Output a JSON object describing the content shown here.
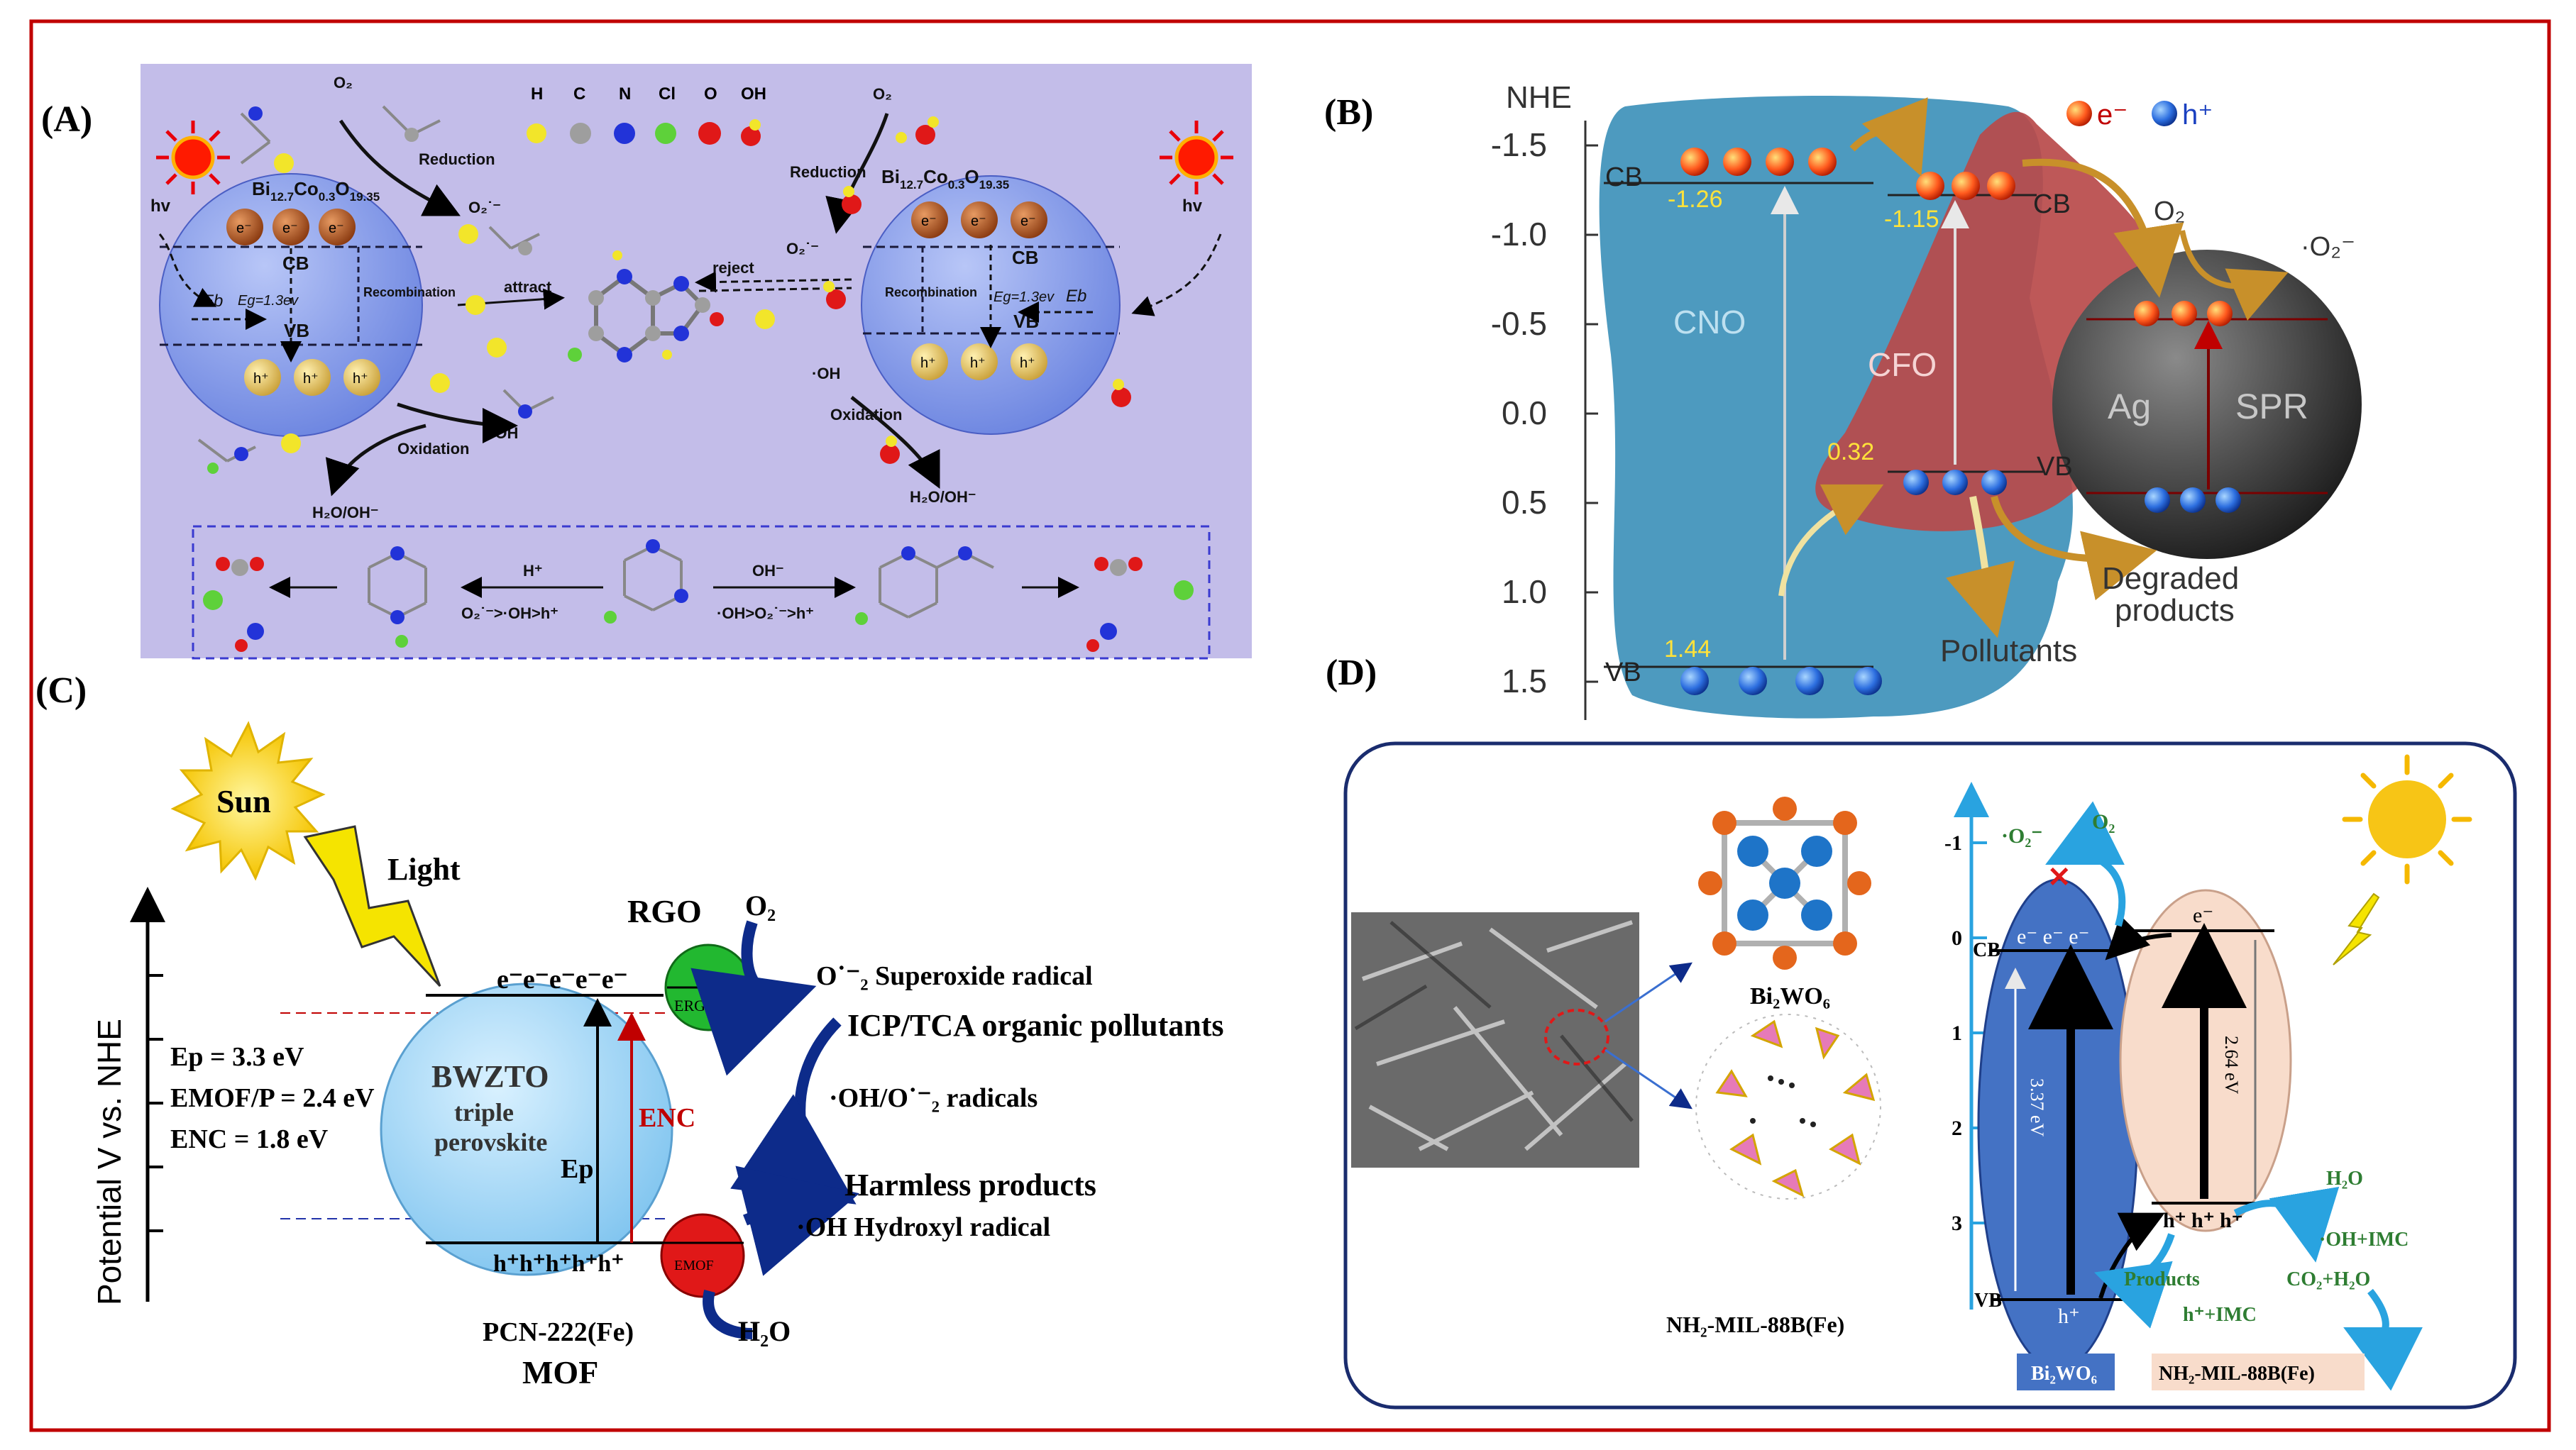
{
  "panels": {
    "A": {
      "label": "(A)",
      "legend": [
        "H",
        "C",
        "N",
        "Cl",
        "O",
        "OH"
      ],
      "left_catalyst": {
        "formula_base": "Bi",
        "sub1": "12.7",
        "mid1": "Co",
        "sub2": "0.3",
        "mid2": "O",
        "sub3": "19.35",
        "cb": "CB",
        "vb": "VB",
        "eg": "Eg=1.3ev",
        "eb": "Eb",
        "recomb": "Recombination",
        "hv": "hv"
      },
      "right_catalyst": {
        "formula_base": "Bi",
        "sub1": "12.7",
        "mid1": "Co",
        "sub2": "0.3",
        "mid2": "O",
        "sub3": "19.35",
        "cb": "CB",
        "vb": "VB",
        "eg": "Eg=1.3ev",
        "eb": "Eb",
        "recomb": "Recombination",
        "hv": "hv"
      },
      "electron": "e⁻",
      "hole": "h⁺",
      "labels": {
        "o2_left": "O₂",
        "o2_right": "O₂",
        "reduction_left": "Reduction",
        "reduction_right": "Reduction",
        "o2rad_left": "O₂˙⁻",
        "o2rad_right": "O₂˙⁻",
        "attract": "attract",
        "reject": "reject",
        "oxidation_left": "Oxidation",
        "oxidation_right": "Oxidation",
        "oh_left": "·OH",
        "oh_right": "·OH",
        "h2o_left": "H₂O/OH⁻",
        "h2o_right": "H₂O/OH⁻"
      },
      "pathway": {
        "h_plus": "H⁺",
        "oh_minus": "OH⁻",
        "left_order": "O₂˙⁻>·OH>h⁺",
        "right_order": "·OH>O₂˙⁻>h⁺"
      }
    },
    "B": {
      "label": "(B)",
      "axis_title": "NHE",
      "ticks": [
        "-1.5",
        "-1.0",
        "-0.5",
        "0.0",
        "0.5",
        "1.0",
        "1.5"
      ],
      "legend_e": "e⁻",
      "legend_h": "h⁺",
      "cno": "CNO",
      "cfo": "CFO",
      "ag": "Ag",
      "spr": "SPR",
      "cb": "CB",
      "vb": "VB",
      "cb2": "CB",
      "vb2": "VB",
      "values": {
        "cno_cb": "-1.26",
        "cfo_cb": "-1.15",
        "cfo_vb": "0.32",
        "cno_vb": "1.44"
      },
      "o2": "O₂",
      "o2rad": "·O₂⁻",
      "degraded": "Degraded",
      "products": "products",
      "pollutants": "Pollutants"
    },
    "C": {
      "label": "(C)",
      "sun": "Sun",
      "light": "Light",
      "yaxis": "Potential V vs. NHE",
      "ep_line": "Ep = 3.3 eV",
      "emof_line": "EMOF/P = 2.4 eV",
      "enc_line": "ENC = 1.8 eV",
      "bwzto": "BWZTO",
      "triple": "triple",
      "perovskite": "perovskite",
      "ep": "Ep",
      "enc": "ENC",
      "rgo": "RGO",
      "ergo": "ERGO",
      "emof": "EMOF",
      "electrons": "e⁻e⁻e⁻e⁻e⁻",
      "holes": "h⁺h⁺h⁺h⁺h⁺",
      "o2": "O₂",
      "superoxide": "O˙⁻₂ Superoxide radical",
      "icp": "ICP/TCA organic pollutants",
      "radicals": "·OH/O˙⁻₂ radicals",
      "harmless": "Harmless products",
      "hydroxyl": "·OH  Hydroxyl radical",
      "h2o": "H₂O",
      "pcn": "PCN-222(Fe)",
      "mof": "MOF"
    },
    "D": {
      "label": "(D)",
      "bi2wo6": "Bi₂WO₆",
      "nh2mil": "NH₂-MIL-88B(Fe)",
      "ticks": [
        "-1",
        "0",
        "1",
        "2",
        "3"
      ],
      "cb": "CB",
      "vb": "VB",
      "e_bi": "e⁻ e⁻ e⁻",
      "h_bi": "h⁺",
      "e_mil": "e⁻",
      "h_mil": "h⁺ h⁺ h⁺",
      "gap_bi": "3.37 eV",
      "gap_mil": "2.64 eV",
      "o2rad": "·O₂⁻",
      "o2": "O₂",
      "h2o": "H₂O",
      "oh_imc": "·OH+IMC",
      "co2": "CO₂+H₂O",
      "products": "Products",
      "h_imc": "h⁺+IMC",
      "legend_bi": "Bi₂WO₆",
      "legend_mil": "NH₂-MIL-88B(Fe)"
    }
  },
  "colors": {
    "frame": "#c00000",
    "panelA_bg": "#c3bde9",
    "panelD_border": "#1a2c6e",
    "sphere_blue": "#8fa8ef",
    "cno_blue": "#3a8fb8",
    "cfo_red": "#b84a4a",
    "bi_blue": "#4472c4",
    "mil_peach": "#f8dccb"
  }
}
